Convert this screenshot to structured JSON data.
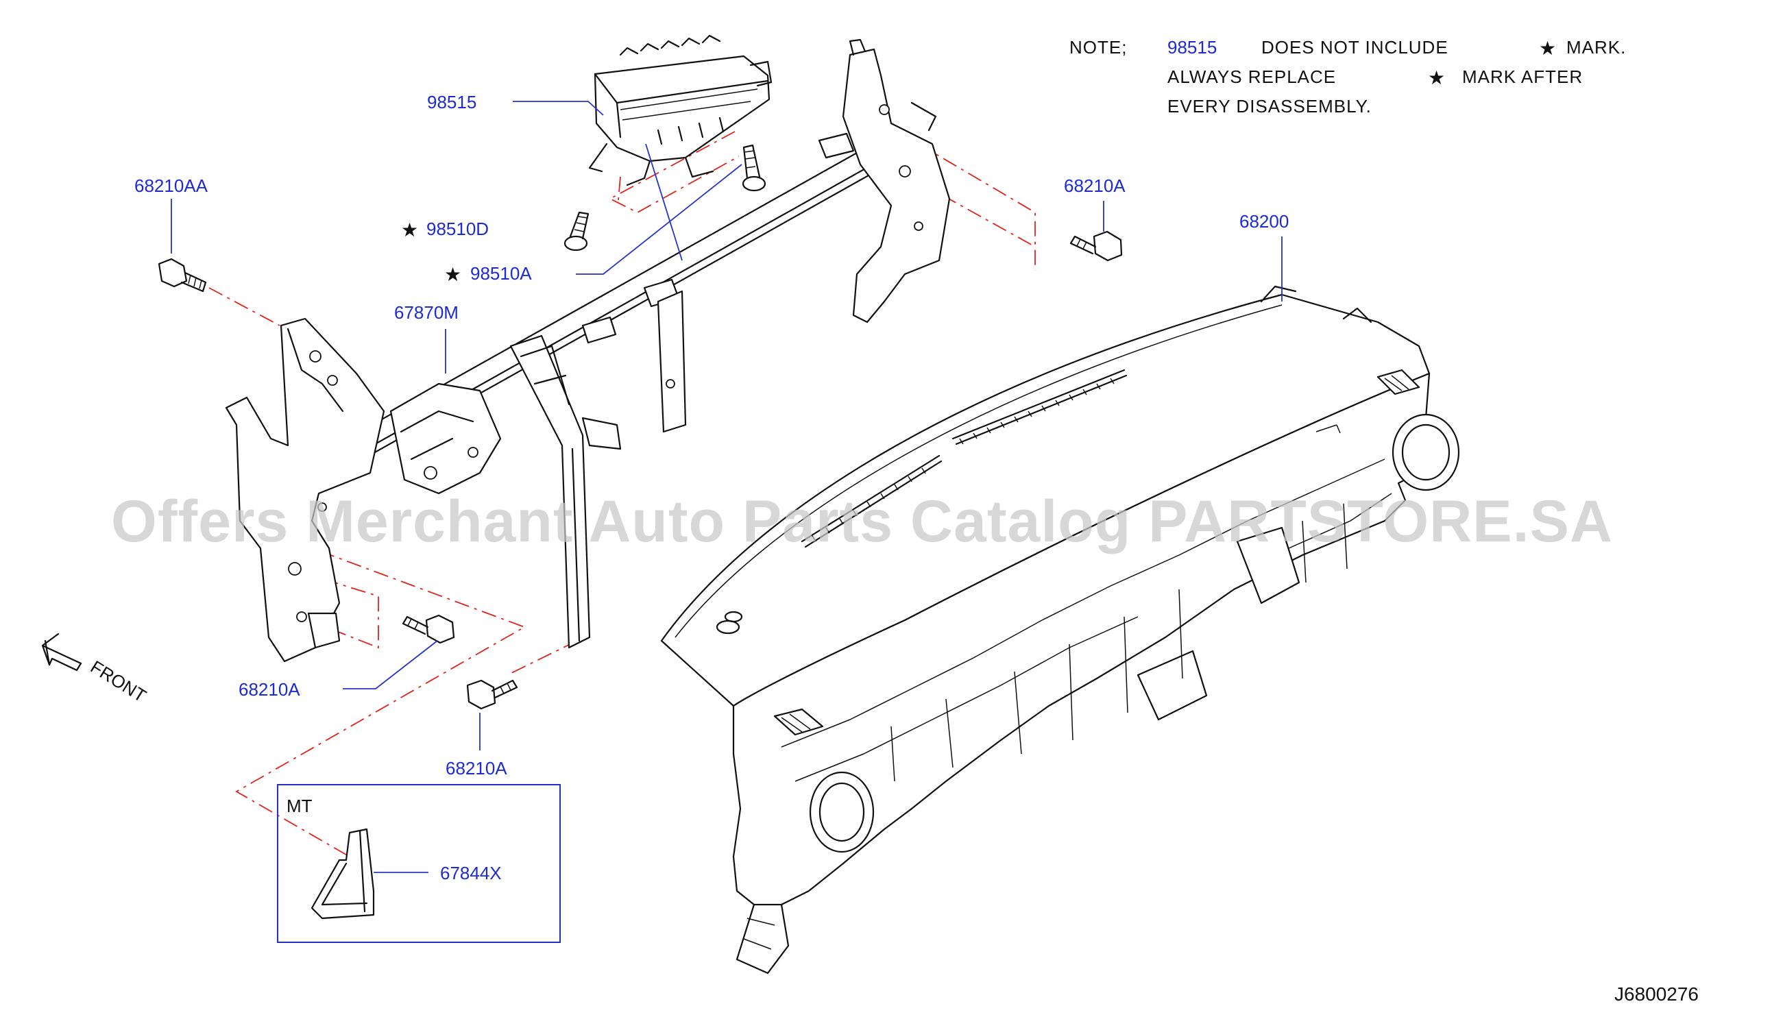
{
  "watermark": "Offers Merchant Auto Parts Catalog PARTSTORE.SA",
  "diagram_id": "J6800276",
  "note": {
    "prefix": "NOTE;",
    "part_ref": "98515",
    "line1_rest": "DOES  NOT  INCLUDE",
    "mark_word": "MARK.",
    "line2a": "ALWAYS  REPLACE",
    "line2b": "MARK  AFTER",
    "line3": "EVERY  DISASSEMBLY.",
    "star_glyph": "★"
  },
  "labels": {
    "p98515": "98515",
    "p68210AA": "68210AA",
    "p98510D": "98510D",
    "p98510A": "98510A",
    "p68210A_top": "68210A",
    "p68200": "68200",
    "p67870M": "67870M",
    "p68210A_left": "68210A",
    "p68210A_bottom": "68210A",
    "p67844X": "67844X",
    "mt": "MT",
    "front": "FRONT"
  },
  "colors": {
    "label": "#1c2bd6",
    "leader": "#2434c8",
    "dashed_guide": "#e0241d",
    "watermark": "#c8c8c8"
  }
}
